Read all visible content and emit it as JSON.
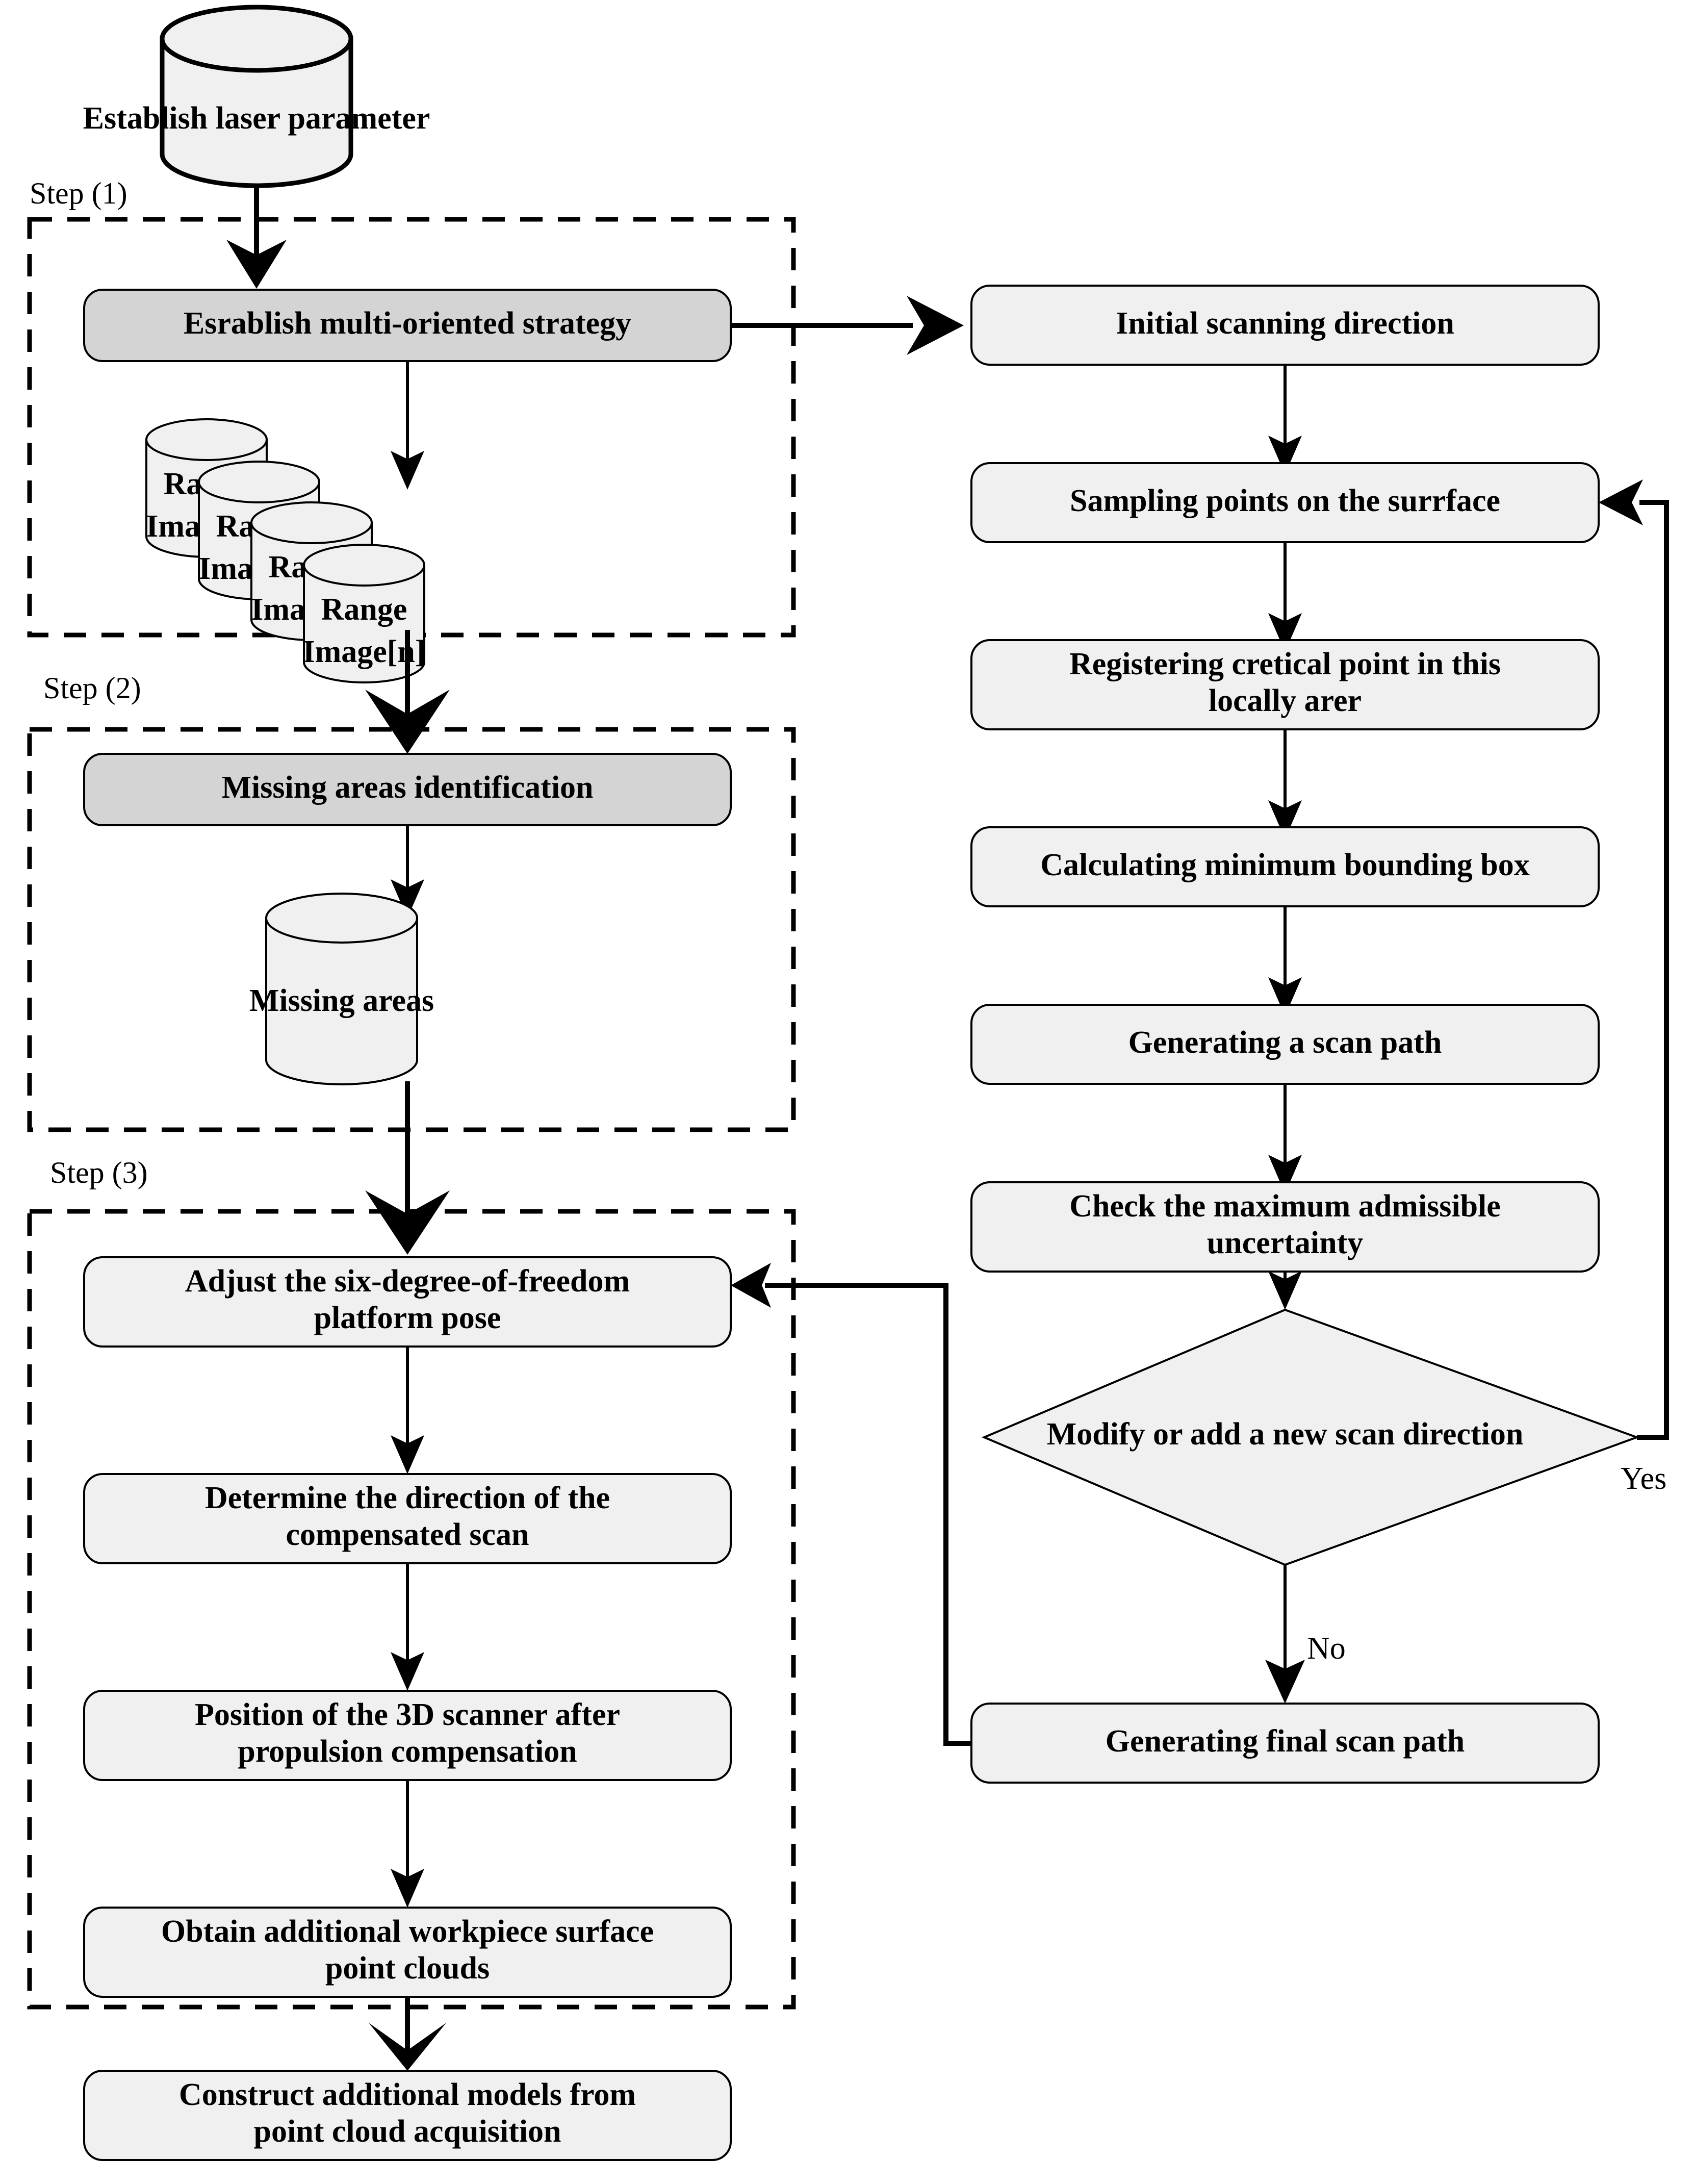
{
  "diagram": {
    "title_nodes": {
      "start_db": "Establish laser parameter",
      "establish_strategy": "Esrablish multi-oriented strategy",
      "missing_areas_identification": "Missing areas identification",
      "missing_areas_db": "Missing areas",
      "adjust_platform_pose": "Adjust the six-degree-of-freedom platform pose",
      "determine_direction": "Determine the direction of the compensated scan",
      "position_scanner": "Position of the 3D scanner after propulsion compensation",
      "obtain_point_clouds": "Obtain additional workpiece surface point clouds",
      "construct_models": "Construct additional models from point cloud acquisition",
      "initial_scanning_direction": "Initial scanning direction",
      "sampling_points": "Sampling points on the surrface",
      "registering_critical_point": "Registering cretical point in this locally arer",
      "calculating_bounding_box": "Calculating minimum bounding box",
      "generating_scan_path": "Generating a scan path",
      "check_uncertainty": "Check the maximum admissible uncertainty",
      "decision_modify": "Modify or add a new scan direction",
      "generating_final_path": "Generating final scan path"
    },
    "node_lines": {
      "adjust_platform_pose": [
        "Adjust the six-degree-of-freedom",
        "platform pose"
      ],
      "determine_direction": [
        "Determine the direction of the",
        "compensated scan"
      ],
      "position_scanner": [
        "Position of the 3D scanner after",
        "propulsion compensation"
      ],
      "obtain_point_clouds": [
        "Obtain additional workpiece surface",
        "point clouds"
      ],
      "construct_models": [
        "Construct additional models from",
        "point cloud acquisition"
      ],
      "registering_critical_point": [
        "Registering cretical point in this",
        "locally arer"
      ],
      "check_uncertainty": [
        "Check the maximum admissible",
        "uncertainty"
      ]
    },
    "range_images": [
      {
        "line1": "Range",
        "line2": "Image[1]"
      },
      {
        "line1": "Range",
        "line2": "Image[2]"
      },
      {
        "line1": "Range",
        "line2": "Image[3]"
      },
      {
        "line1": "Range",
        "line2": "Image[n]"
      }
    ],
    "step_labels": {
      "step1": "Step (1)",
      "step2": "Step (2)",
      "step3": "Step (3)"
    },
    "branch_labels": {
      "yes": "Yes",
      "no": "No"
    },
    "colors": {
      "node_fill": "#f0f0f0",
      "highlight_fill": "#d4d4d4",
      "stroke": "#000000",
      "background": "#ffffff"
    }
  }
}
